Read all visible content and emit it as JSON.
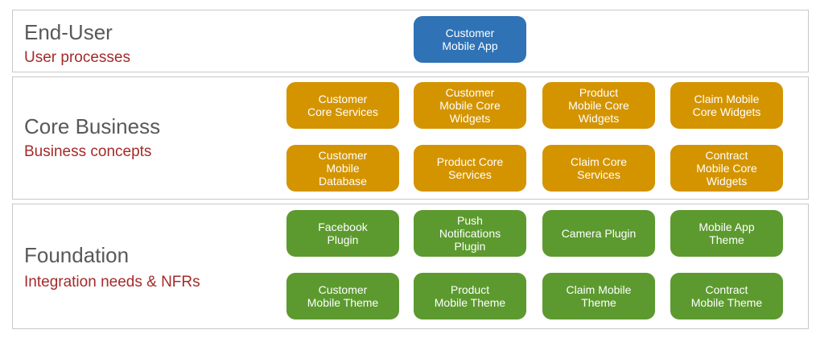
{
  "colors": {
    "end_user": "#2f72b6",
    "core_business": "#d49400",
    "foundation": "#5c9a2f",
    "subtitle": "#a52a2a"
  },
  "end_user": {
    "title": "End-User",
    "subtitle": "User processes",
    "boxes": [
      "Customer\nMobile App"
    ]
  },
  "core_business": {
    "title": "Core Business",
    "subtitle": "Business concepts",
    "boxes": [
      "Customer\nCore Services",
      "Customer\nMobile Core\nWidgets",
      "Product\nMobile Core\nWidgets",
      "Claim Mobile\nCore Widgets",
      "Customer\nMobile\nDatabase",
      "Product Core\nServices",
      "Claim Core\nServices",
      "Contract\nMobile Core\nWidgets"
    ]
  },
  "foundation": {
    "title": "Foundation",
    "subtitle": "Integration needs & NFRs",
    "boxes": [
      "Facebook\nPlugin",
      "Push\nNotifications\nPlugin",
      "Camera Plugin",
      "Mobile App\nTheme",
      "Customer\nMobile Theme",
      "Product\nMobile Theme",
      "Claim Mobile\nTheme",
      "Contract\nMobile Theme"
    ]
  }
}
